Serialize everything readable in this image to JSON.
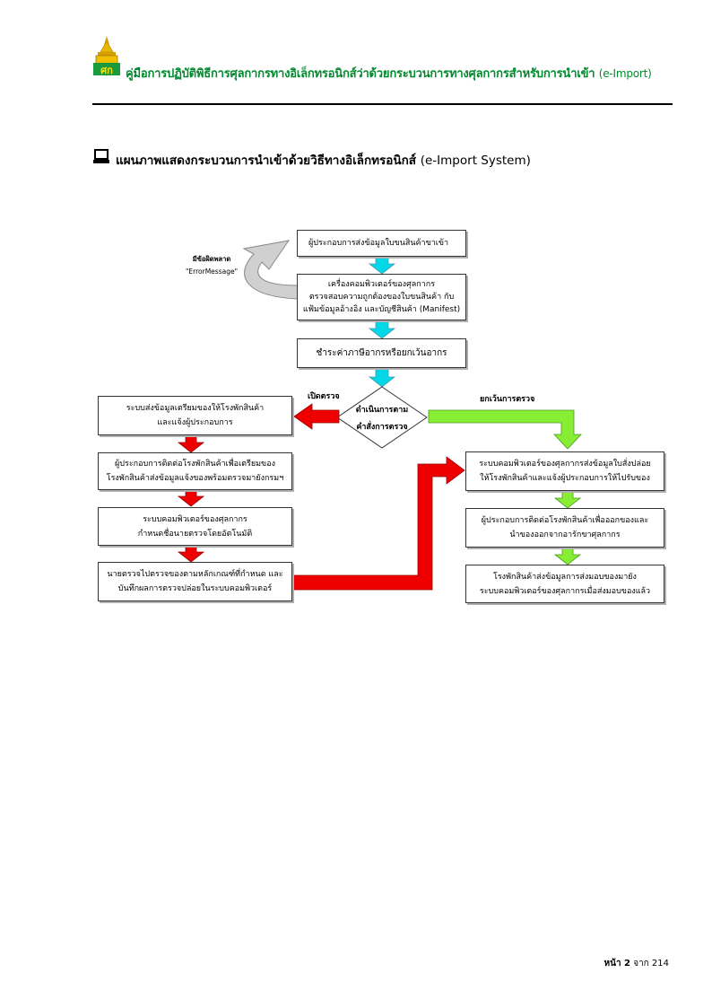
{
  "header": {
    "title": "คู่มือการปฏิบัติพิธีการศุลกากรทางอิเล็กทรอนิกส์ว่าด้วยกระบวนการทางศุลกากรสำหรับการนำเข้า",
    "title_suffix": "(e-Import)"
  },
  "section": {
    "title": "แผนภาพแสดงกระบวนการนำเข้าด้วยวิธีทางอิเล็กทรอนิกส์",
    "title_suffix": "(e-Import System)"
  },
  "flow": {
    "step1": "ผู้ประกอบการส่งข้อมูลใบขนสินค้าขาเข้า",
    "step2": [
      "เครื่องคอมพิวเตอร์ของศุลกากร",
      "ตรวจสอบความถูกต้องของใบขนสินค้า กับ",
      "แฟ้มข้อมูลอ้างอิง และบัญชีสินค้า (Manifest)"
    ],
    "error_title": "มีข้อผิดพลาด",
    "error_message": "\"ErrorMessage\"",
    "step3": "ชำระค่าภาษีอากรหรือยกเว้นอากร",
    "decision": [
      "ดำเนินการตาม",
      "คำสั่งการตรวจ"
    ],
    "label_inspect": "เปิดตรวจ",
    "label_exempt": "ยกเว้นการตรวจ",
    "left_steps": [
      [
        "ระบบส่งข้อมูลเตรียมของให้โรงพักสินค้า",
        "และแจ้งผู้ประกอบการ"
      ],
      [
        "ผู้ประกอบการติดต่อโรงพักสินค้าเพื่อเตรียมของ",
        "โรงพักสินค้าส่งข้อมูลแจ้งของพร้อมตรวจมายังกรมฯ"
      ],
      [
        "ระบบคอมพิวเตอร์ของศุลกากร",
        "กำหนดชื่อนายตรวจโดยอัตโนมัติ"
      ],
      [
        "นายตรวจไปตรวจของตามหลักเกณฑ์ที่กำหนด และ",
        "บันทึกผลการตรวจปล่อยในระบบคอมพิวเตอร์"
      ]
    ],
    "right_steps": [
      [
        "ระบบคอมพิวเตอร์ของศุลกากรส่งข้อมูลใบสั่งปล่อย",
        "ให้โรงพักสินค้าและแจ้งผู้ประกอบการให้ไปรับของ"
      ],
      [
        "ผู้ประกอบการติดต่อโรงพักสินค้าเพื่อออกของและ",
        "นำของออกจากอารักขาศุลกากร"
      ],
      [
        "โรงพักสินค้าส่งข้อมูลการส่งมอบของมายัง",
        "ระบบคอมพิวเตอร์ของศุลกากรเมื่อส่งมอบของแล้ว"
      ]
    ]
  },
  "colors": {
    "header_green": "#008a2e",
    "arrow_cyan": "#00d8e8",
    "arrow_red": "#ee0000",
    "arrow_green": "#88ee33",
    "curved_arrow_gray": "#d0d0d0"
  },
  "footer": {
    "page_label": "หน้า 2",
    "of_label": "จาก 214"
  }
}
